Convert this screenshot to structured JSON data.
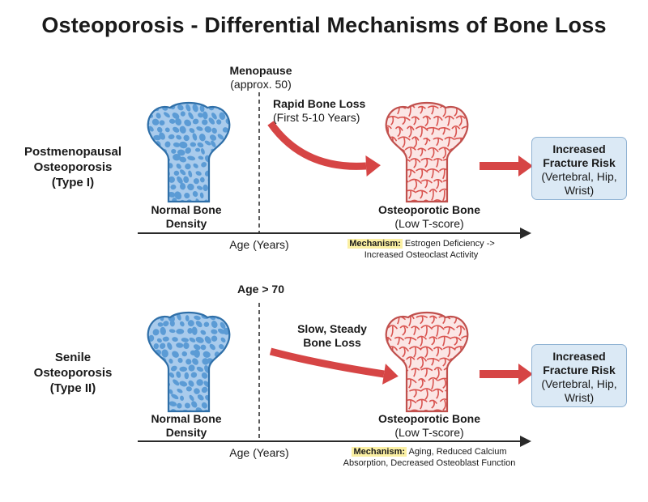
{
  "title": "Osteoporosis - Differential Mechanisms of Bone Loss",
  "colors": {
    "normal_bone_fill": "#5b9bd5",
    "normal_bone_stroke": "#2f6fa8",
    "osteoporotic_fill": "#d9534f",
    "osteoporotic_light": "#fbe6e5",
    "arrow": "#d64545",
    "axis": "#2a2a2a",
    "risk_box_bg": "#dbe9f5",
    "highlight": "#fbf0a3"
  },
  "panels": [
    {
      "row_label": [
        "Postmenopausal",
        "Osteoporosis",
        "(Type I)"
      ],
      "event_label": [
        "Menopause",
        "(approx. 50)"
      ],
      "normal_bone_label": [
        "Normal Bone",
        "Density"
      ],
      "loss_label": [
        "Rapid Bone Loss",
        "(First 5-10 Years)"
      ],
      "osteoporotic_label": [
        "Osteoporotic Bone",
        "(Low T-score)"
      ],
      "risk_title": [
        "Increased",
        "Fracture Risk"
      ],
      "risk_sites": [
        "(Vertebral, Hip,",
        "Wrist)"
      ],
      "axis_label": "Age (Years)",
      "mechanism_key": "Mechanism:",
      "mechanism_text": [
        " Estrogen Deficiency ->",
        "Increased Osteoclast Activity"
      ]
    },
    {
      "row_label": [
        "Senile",
        "Osteoporosis",
        "(Type II)"
      ],
      "event_label": [
        "Age > 70"
      ],
      "normal_bone_label": [
        "Normal Bone",
        "Density"
      ],
      "loss_label": [
        "Slow, Steady",
        "Bone Loss"
      ],
      "osteoporotic_label": [
        "Osteoporotic Bone",
        "(Low T-score)"
      ],
      "risk_title": [
        "Increased",
        "Fracture Risk"
      ],
      "risk_sites": [
        "(Vertebral, Hip,",
        "Wrist)"
      ],
      "axis_label": "Age (Years)",
      "mechanism_key": "Mechanism:",
      "mechanism_text": [
        " Aging, Reduced Calcium",
        "Absorption, Decreased Osteoblast Function"
      ]
    }
  ]
}
